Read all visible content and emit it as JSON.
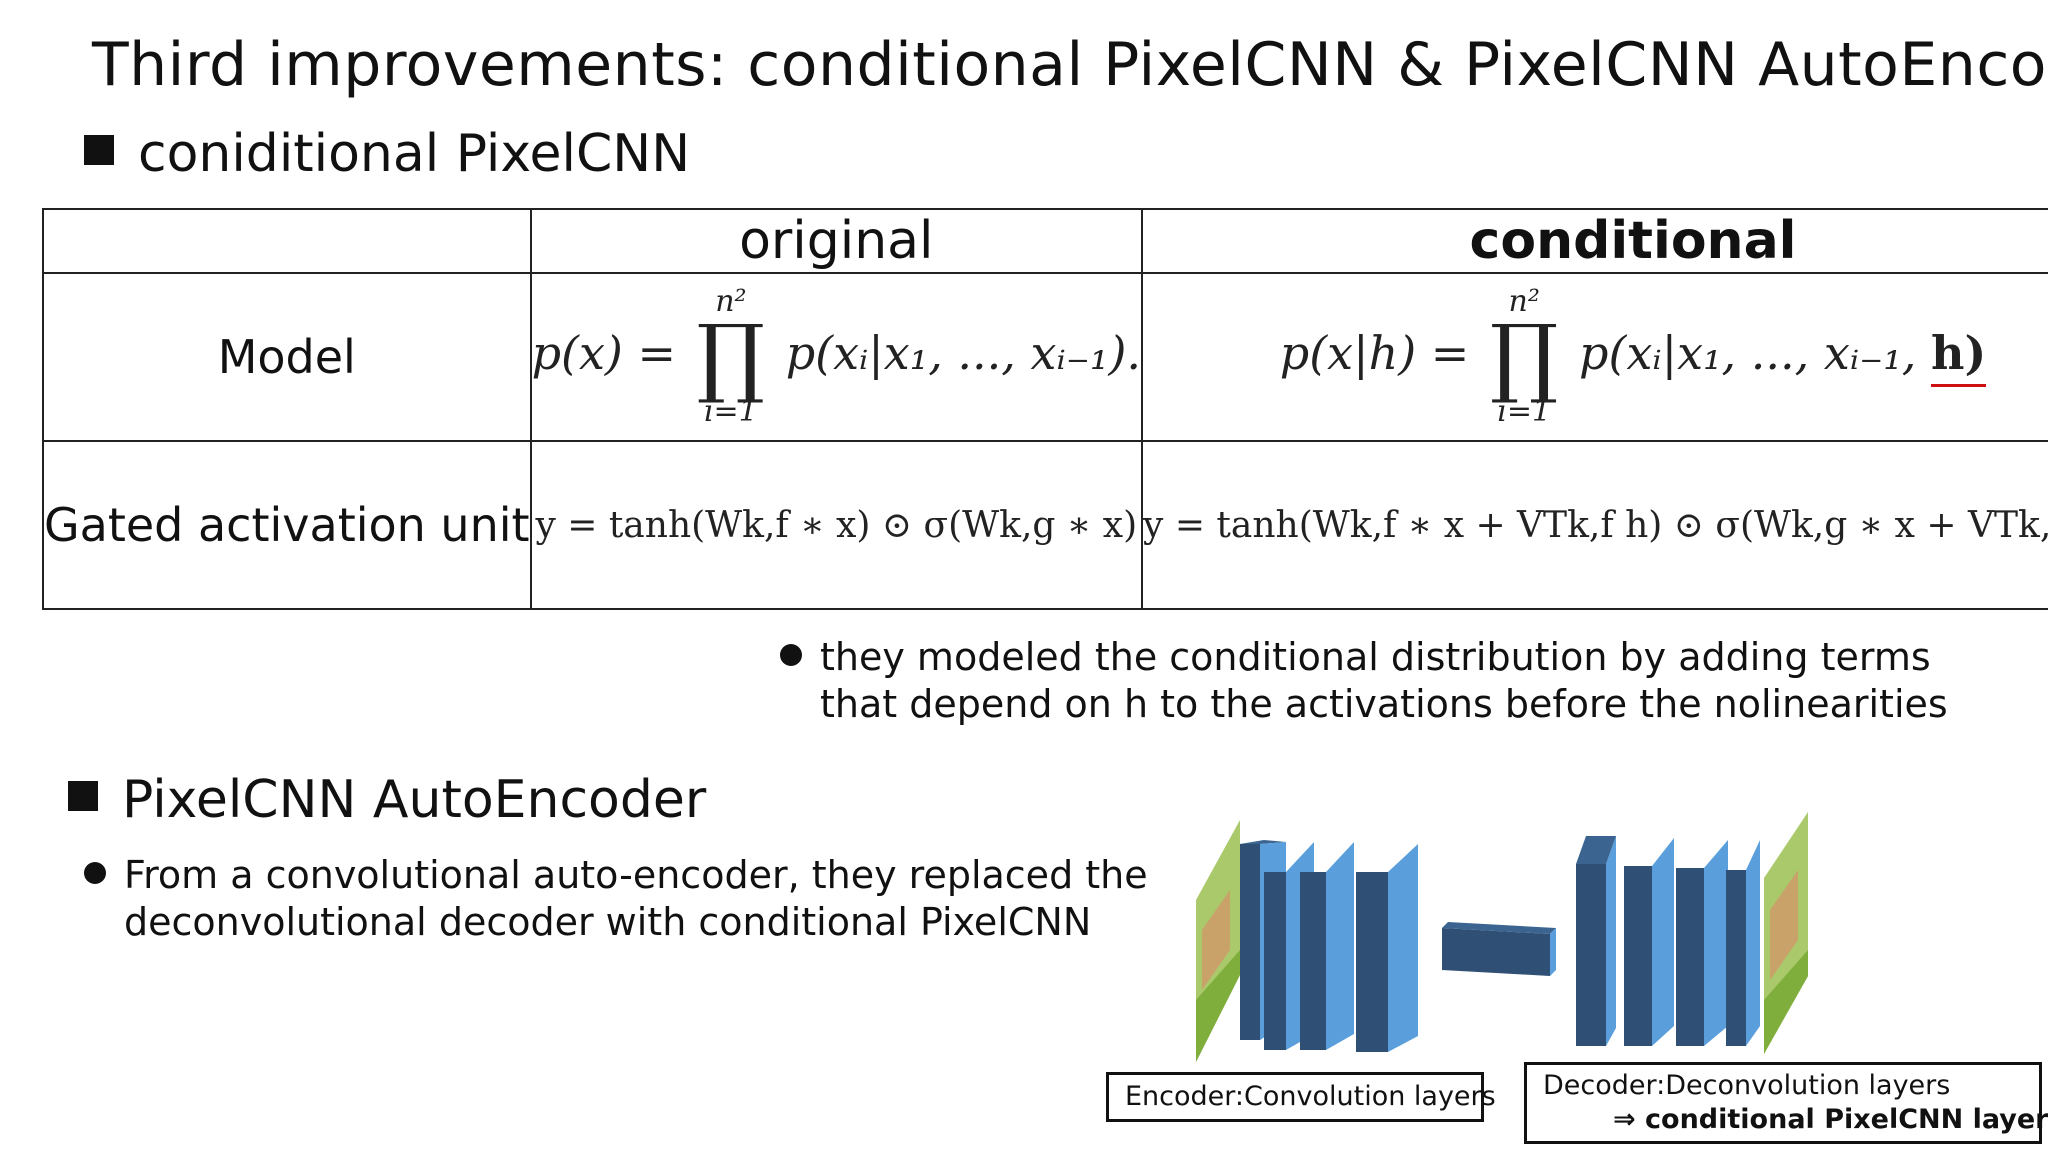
{
  "slide": {
    "title": "Third improvements: conditional PixelCNN & PixelCNN AutoEncoder",
    "section1": "coniditional PixelCNN",
    "section2": "PixelCNN AutoEncoder"
  },
  "table": {
    "col_original": "original",
    "col_conditional": "conditional",
    "row_model": "Model",
    "row_gated": "Gated activation unit",
    "model_original": {
      "lhs": "p(x) =",
      "prod_upper": "n²",
      "prod_lower": "i=1",
      "rhs": "p(xᵢ|x₁, ..., xᵢ₋₁)."
    },
    "model_conditional": {
      "lhs": "p(x|h) =",
      "prod_upper": "n²",
      "prod_lower": "i=1",
      "rhs": "p(xᵢ|x₁, ..., xᵢ₋₁,",
      "highlight": "h)"
    },
    "gated_original": "y = tanh(Wk,f ∗ x) ⊙ σ(Wk,g ∗ x)",
    "gated_conditional": "y = tanh(Wk,f ∗ x + VTk,f h) ⊙ σ(Wk,g ∗ x + VTk,g h)"
  },
  "note": {
    "line1": "they modeled the conditional distribution by adding terms",
    "line2": "that depend on h to the activations before the nolinearities"
  },
  "autoencoder_bullet": {
    "line1": "From a convolutional auto-encoder, they replaced the",
    "line2": "deconvolutional decoder with conditional PixelCNN"
  },
  "diagram": {
    "encoder_label": "Encoder:Convolution layers",
    "decoder_label_line1": "Decoder:Deconvolution layers",
    "decoder_label_line2": "⇒ conditional PixelCNN layers",
    "colors": {
      "layer_front": "#5a9fdc",
      "layer_side": "#2f4f75",
      "layer_top": "#3b6590",
      "photo_grass": "#9cc25a"
    }
  }
}
